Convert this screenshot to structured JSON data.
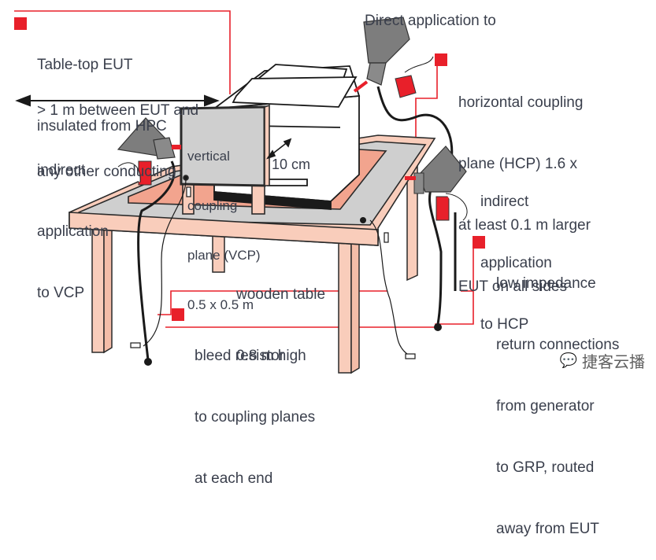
{
  "colors": {
    "accent_red": "#e8202a",
    "table_wood": "#f9cdbb",
    "hcp_plane": "#cfcfcf",
    "insulation_mat": "#f2a48e",
    "gun_grey": "#7d7d7d",
    "text": "#3a3f4c"
  },
  "labels": {
    "eut_insulated": {
      "line1": "Table-top EUT",
      "line2": "insulated from HPC"
    },
    "clearance": {
      "line1": "> 1 m between EUT and",
      "line2": "any other conducting"
    },
    "direct_application": "Direct application to",
    "hcp_size": {
      "line1": "horizontal coupling",
      "line2": "plane (HCP) 1.6 x",
      "line3": "at least 0.1 m larger",
      "line4": "EUT on all sides"
    },
    "indirect_vcp": {
      "line1": "indirect",
      "line2": "application",
      "line3": "to VCP"
    },
    "vcp_plate": {
      "line1": "vertical",
      "line2": "coupling",
      "line3": "plane (VCP)",
      "line4": "0.5 x 0.5 m"
    },
    "distance": "10 cm",
    "indirect_hcp": {
      "line1": "indirect",
      "line2": "application",
      "line3": "to HCP"
    },
    "return_connections": {
      "line1": "low impedance",
      "line2": "return connections",
      "line3": "from generator",
      "line4": "to GRP, routed",
      "line5": "away from EUT"
    },
    "table": {
      "line1": "wooden table",
      "line2": "0.8 m high"
    },
    "bleed_resistor": {
      "line1": "bleed resistor",
      "line2": "to coupling planes",
      "line3": "at each end"
    }
  },
  "watermark": {
    "icon": "wechat-icon",
    "text": "捷客云播"
  }
}
